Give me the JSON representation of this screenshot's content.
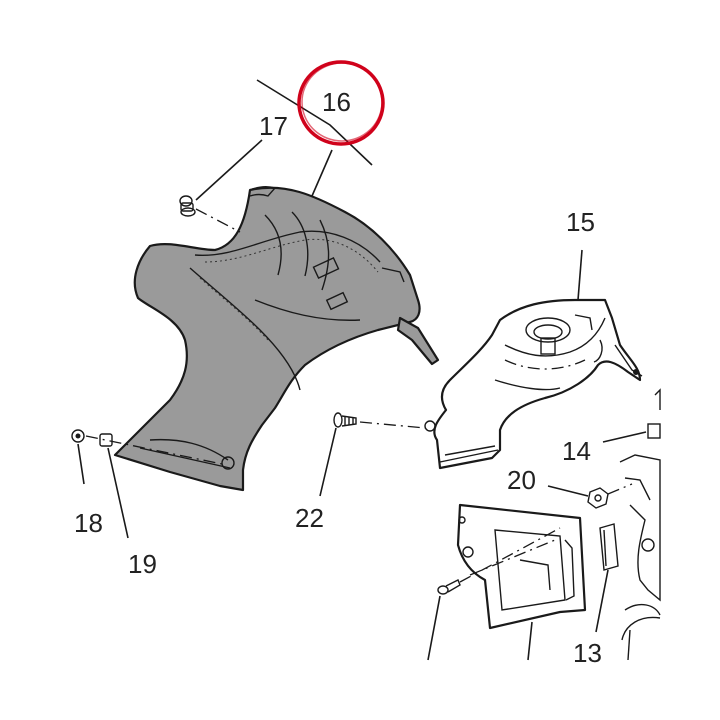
{
  "colors": {
    "part_fill": "#9a9a9a",
    "outline": "#1a1a1a",
    "highlight_circle": "#d0021b",
    "background": "#ffffff"
  },
  "callouts": {
    "c16": "16",
    "c17": "17",
    "c15": "15",
    "c14": "14",
    "c20": "20",
    "c22": "22",
    "c18": "18",
    "c19": "19",
    "c13": "13"
  }
}
